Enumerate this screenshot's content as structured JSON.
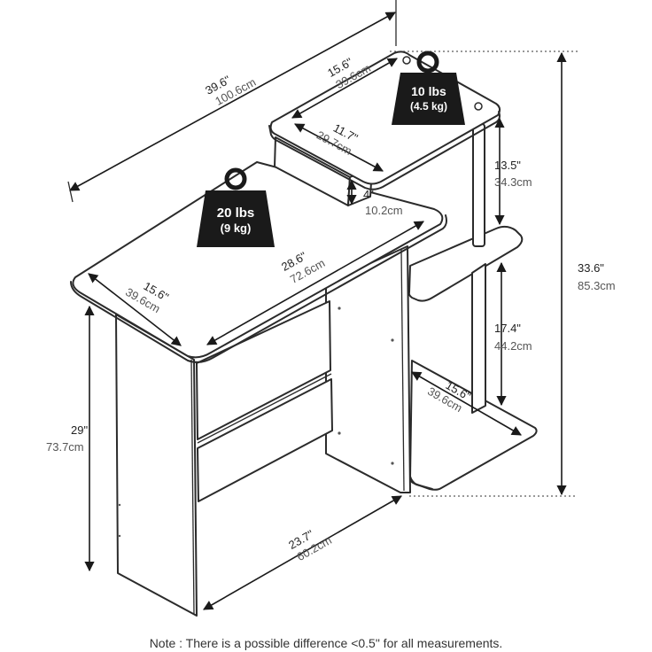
{
  "weights": {
    "desk": {
      "lbs": "20 lbs",
      "kg": "(9 kg)"
    },
    "shelf": {
      "lbs": "10 lbs",
      "kg": "(4.5 kg)"
    }
  },
  "dimensions": {
    "overall_width": {
      "in": "39.6\"",
      "cm": "100.6cm"
    },
    "top_shelf_depth": {
      "in": "15.6\"",
      "cm": "39.6cm"
    },
    "top_shelf_width": {
      "in": "11.7\"",
      "cm": "29.7cm"
    },
    "monitor_riser": {
      "in": "4\"",
      "cm": "10.2cm"
    },
    "shelf_gap_upper": {
      "in": "13.5\"",
      "cm": "34.3cm"
    },
    "overall_height": {
      "in": "33.6\"",
      "cm": "85.3cm"
    },
    "desk_length": {
      "in": "28.6\"",
      "cm": "72.6cm"
    },
    "desk_depth": {
      "in": "15.6\"",
      "cm": "39.6cm"
    },
    "shelf_gap_lower": {
      "in": "17.4\"",
      "cm": "44.2cm"
    },
    "bottom_shelf_depth": {
      "in": "15.6\"",
      "cm": "39.6cm"
    },
    "desk_height": {
      "in": "29\"",
      "cm": "73.7cm"
    },
    "legroom_width": {
      "in": "23.7\"",
      "cm": "60.2cm"
    }
  },
  "note": "Note : There is a possible difference <0.5\" for all measurements.",
  "colors": {
    "line": "#2b2b2b",
    "weight_icon": "#1a1a1a",
    "background": "#ffffff"
  }
}
